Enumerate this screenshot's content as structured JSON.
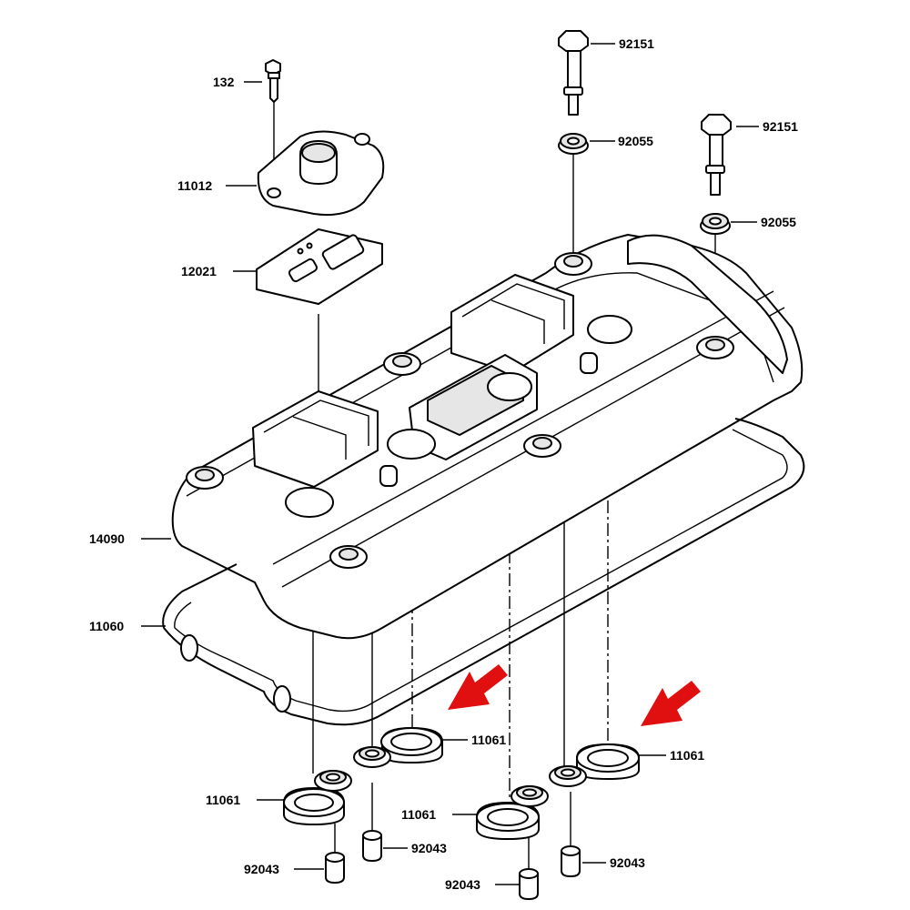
{
  "diagram": {
    "callouts": [
      {
        "id": "c132",
        "label": "132"
      },
      {
        "id": "c11012",
        "label": "11012"
      },
      {
        "id": "c12021",
        "label": "12021"
      },
      {
        "id": "c14090",
        "label": "14090"
      },
      {
        "id": "c11060",
        "label": "11060"
      },
      {
        "id": "c92151a",
        "label": "92151"
      },
      {
        "id": "c92055a",
        "label": "92055"
      },
      {
        "id": "c92151b",
        "label": "92151"
      },
      {
        "id": "c92055b",
        "label": "92055"
      },
      {
        "id": "c11061a",
        "label": "11061"
      },
      {
        "id": "c11061b",
        "label": "11061"
      },
      {
        "id": "c11061c",
        "label": "11061"
      },
      {
        "id": "c11061d",
        "label": "11061"
      },
      {
        "id": "c92043a",
        "label": "92043"
      },
      {
        "id": "c92043b",
        "label": "92043"
      },
      {
        "id": "c92043c",
        "label": "92043"
      },
      {
        "id": "c92043d",
        "label": "92043"
      }
    ],
    "colors": {
      "line": "#000000",
      "arrow": "#e01010",
      "fill": "#ffffff",
      "shade": "#e6e6e6"
    }
  }
}
